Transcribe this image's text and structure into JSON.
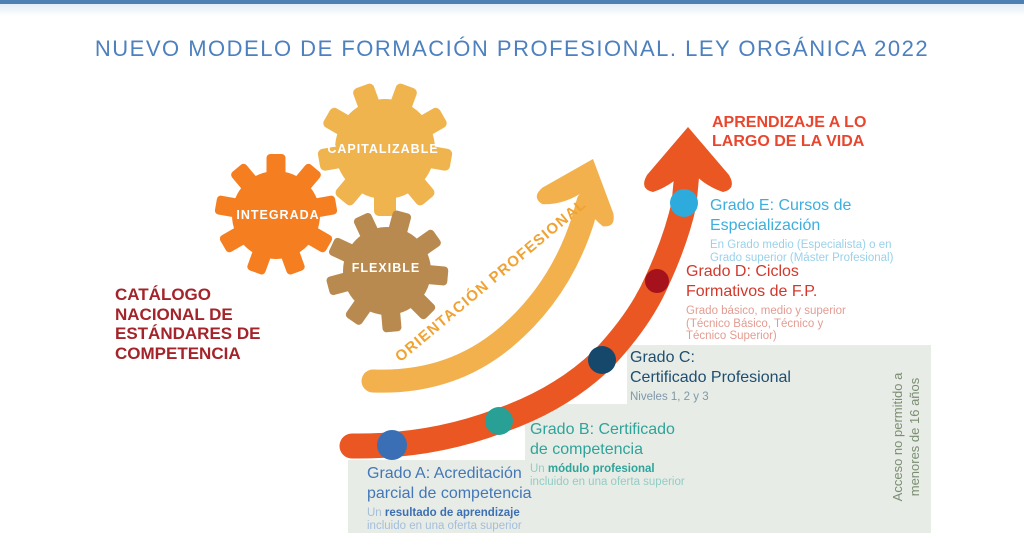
{
  "header": {
    "title": "NUEVO MODELO DE FORMACIÓN PROFESIONAL. LEY ORGÁNICA 2022"
  },
  "gears": {
    "capitalizable": "CAPITALIZABLE",
    "integrada": "INTEGRADA",
    "flexible": "FLEXIBLE"
  },
  "catalog": {
    "line1": "CATÁLOGO",
    "line2": "NACIONAL DE",
    "line3": "ESTÁNDARES DE",
    "line4": "COMPETENCIA"
  },
  "lifelong": {
    "line1": "APRENDIZAJE A LO",
    "line2": "LARGO DE LA VIDA"
  },
  "orientation_label": "ORIENTACIÓN PROFESIONAL",
  "grades": {
    "a": {
      "title1": "Grado A: Acreditación",
      "title2": "parcial de competencia",
      "sub_prefix": "Un ",
      "sub_bold": "resultado de aprendizaje",
      "sub_line2": "incluido en una oferta superior"
    },
    "b": {
      "title1": "Grado B: Certificado",
      "title2": "de competencia",
      "sub_prefix": "Un ",
      "sub_bold": "módulo profesional",
      "sub_line2": "incluido en una oferta superior"
    },
    "c": {
      "title1": "Grado C:",
      "title2": "Certificado Profesional",
      "sub1": "Niveles 1, 2 y 3"
    },
    "d": {
      "title1": "Grado D: Ciclos",
      "title2": "Formativos de F.P.",
      "sub1": "Grado básico, medio y superior",
      "sub2": "(Técnico Básico, Técnico y",
      "sub3": "Técnico Superior)"
    },
    "e": {
      "title1": "Grado E: Cursos de",
      "title2": "Especialización",
      "sub1": "En Grado medio (Especialista) o en",
      "sub2": "Grado superior (Máster Profesional)"
    }
  },
  "restriction": {
    "line1": "Acceso no permitido a",
    "line2": "menores de 16 años"
  },
  "colors": {
    "top_bar": "#4E81B1",
    "title_blue": "#4D80BE",
    "orange_arrow": "#EA5722",
    "yellow_arrow": "#F2B14C",
    "orientation_text": "#F0A232",
    "gear_yellow": "#EFB44E",
    "gear_orange": "#F57E20",
    "gear_brown": "#B98A50",
    "catalog_red": "#A3242A",
    "lifelong_red": "#E8462E",
    "gray_box": "#E7ECE6",
    "restriction_text": "#7C8D72",
    "dot_a": "#3A6FB5",
    "dot_b": "#28A096",
    "dot_c": "#16486B",
    "dot_d": "#A6121B",
    "dot_e": "#2EABDD"
  }
}
